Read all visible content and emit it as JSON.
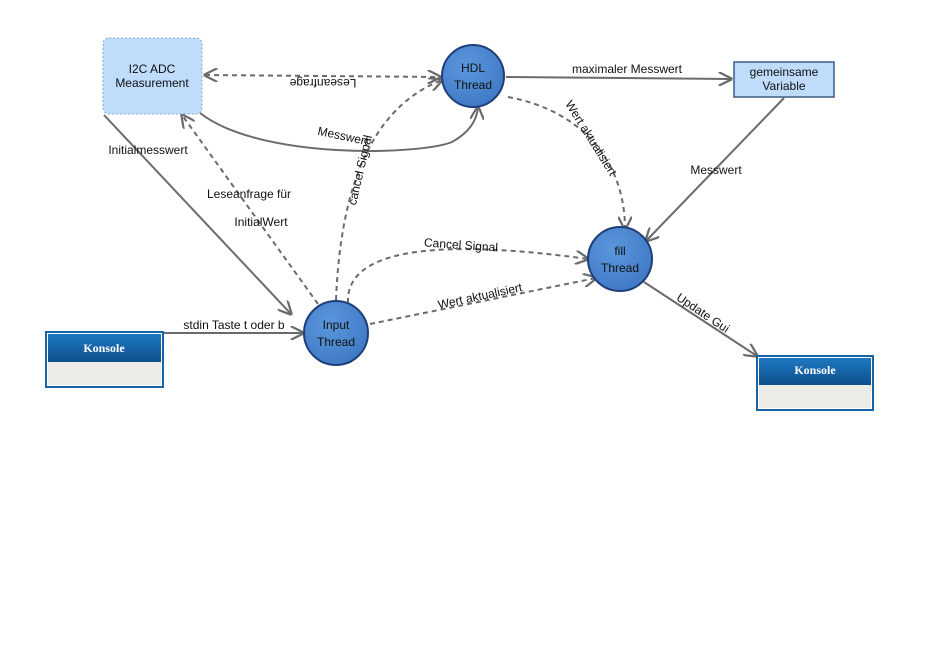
{
  "nodes": {
    "i2c": {
      "line1": "I2C ADC",
      "line2": "Measurement"
    },
    "hdl": {
      "line1": "HDL",
      "line2": "Thread"
    },
    "input": {
      "line1": "Input",
      "line2": "Thread"
    },
    "fill": {
      "line1": "fill",
      "line2": "Thread"
    },
    "gemeinsame": {
      "line1": "gemeinsame",
      "line2": "Variable"
    },
    "konsole_left": {
      "title": "Konsole"
    },
    "konsole_right": {
      "title": "Konsole"
    }
  },
  "edges": {
    "leseanfrage": "Leseanfrage",
    "messwert_i2c_hdl": "Messwert",
    "maximaler_messwert": "maximaler Messwert",
    "wert_aktualisiert_hdl_fill": "Wert aktualisiert",
    "messwert_var_fill": "Messwert",
    "initialmesswert": "Initialmesswert",
    "leseanfrage_initial_1": "Leseanfrage für",
    "leseanfrage_initial_2": "InitialWert",
    "cancel_signal_hdl": "cancel Signal",
    "cancel_signal_fill": "Cancel Signal",
    "wert_aktualisiert_input_fill": "Wert aktualisiert",
    "stdin": "stdin Taste t oder b",
    "update_gui": "Update Gui"
  },
  "colors": {
    "thread_fill": "#4a86d0",
    "thread_stroke": "#1f3f7a",
    "light_box_fill": "#bfdcfb",
    "konsole_header": "#1565a8",
    "konsole_body": "#ecebe6",
    "edge": "#6b6b6b"
  }
}
